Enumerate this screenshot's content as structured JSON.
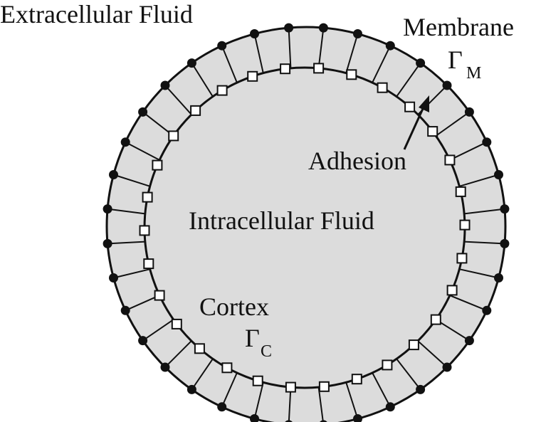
{
  "labels": {
    "extracellular": "Extracellular Fluid",
    "membrane": "Membrane",
    "membrane_symbol": "Γ",
    "membrane_subscript": "M",
    "adhesion": "Adhesion",
    "intracellular": "Intracellular Fluid",
    "cortex": "Cortex",
    "cortex_symbol": "Γ",
    "cortex_subscript": "C"
  },
  "structure": {
    "membrane_node_count": 36,
    "cortex_node_count": 30,
    "adhesion_link_count": 36
  },
  "colors": {
    "fill": "#dcdcdc",
    "stroke": "#111111",
    "membrane_node": "#111111",
    "cortex_node": "#ffffff"
  }
}
